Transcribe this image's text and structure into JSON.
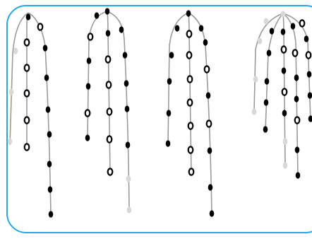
{
  "colors": {
    "frame": "#2aa7df",
    "strand": "#9a9a9a",
    "filled_bead": "#000000",
    "hollow_bead": "#ffffff",
    "faded_bead": "#d8d8d8",
    "background": "#ffffff"
  },
  "clusters": [
    {
      "name": "cluster-1",
      "strands": 3,
      "faded": "partial-left"
    },
    {
      "name": "cluster-2",
      "strands": 3,
      "faded": "tail"
    },
    {
      "name": "cluster-3",
      "strands": 3,
      "faded": "none"
    },
    {
      "name": "cluster-4",
      "strands": 5,
      "faded": "several"
    }
  ]
}
